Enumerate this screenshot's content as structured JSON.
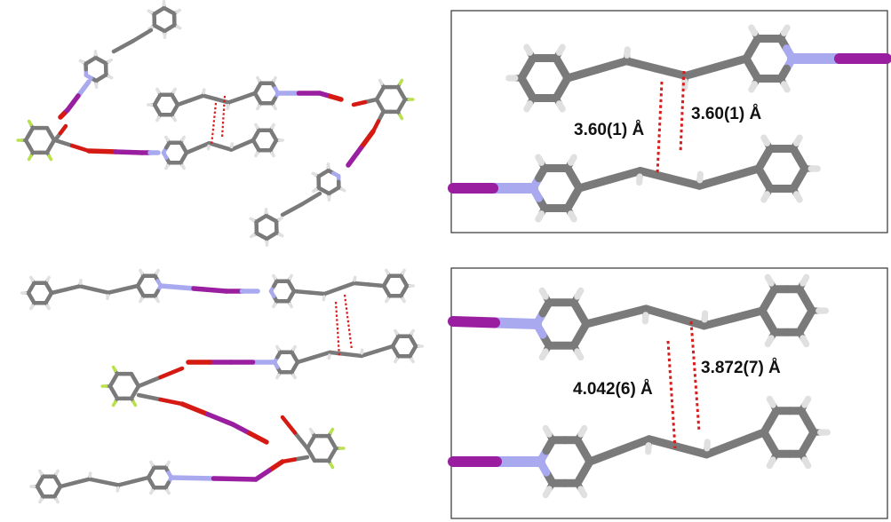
{
  "figure": {
    "colors": {
      "carbon": "#7a7a7a",
      "hydrogen": "#e0e0e0",
      "nitrogen": "#a9a9ef",
      "iodine": "#9a1ea0",
      "oxygen": "#d41a12",
      "fluorine": "#b9e24a",
      "contact": "#d91c1c",
      "frame": "#333333"
    },
    "panels": [
      {
        "id": "top-overview",
        "caption": ""
      },
      {
        "id": "top-inset",
        "distances": [
          "3.60(1) Å",
          "3.60(1) Å"
        ]
      },
      {
        "id": "bottom-overview",
        "caption": ""
      },
      {
        "id": "bottom-inset",
        "distances": [
          "4.042(6) Å",
          "3.872(7) Å"
        ]
      }
    ]
  }
}
